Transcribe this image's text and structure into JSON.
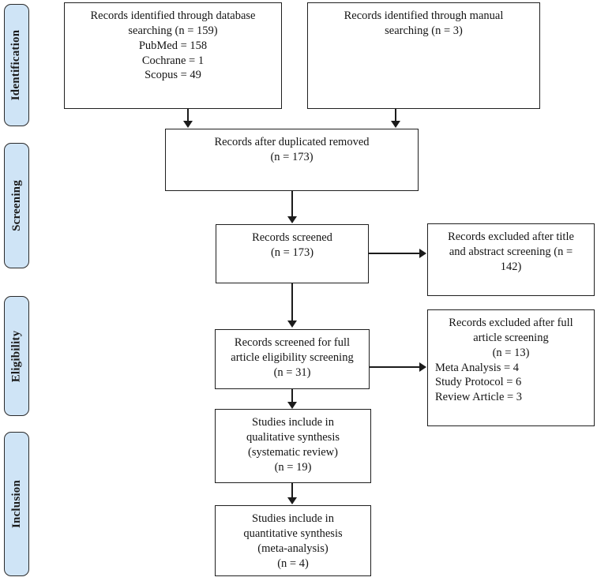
{
  "diagram": {
    "title": "PRISMA study selection flow diagram",
    "accent_color": "#cfe4f6",
    "border_color": "#1f1f1f",
    "background_color": "#ffffff"
  },
  "phases": [
    {
      "label": "Identification"
    },
    {
      "label": "Screening"
    },
    {
      "label": "Eligibility"
    },
    {
      "label": "Inclusion"
    }
  ],
  "boxes": {
    "database_search": {
      "lines": [
        "Records identified through database",
        "searching (n = 159)",
        "PubMed = 158",
        "Cochrane = 1",
        "Scopus = 49"
      ]
    },
    "manual_search": {
      "lines": [
        "Records identified through manual",
        "searching (n = 3)"
      ]
    },
    "after_duplicates": {
      "lines": [
        "Records after duplicated removed",
        "(n = 173)"
      ]
    },
    "records_screened": {
      "lines": [
        "Records screened",
        "(n = 173)"
      ]
    },
    "excluded_title_abstract": {
      "lines": [
        "Records excluded after title",
        "and abstract screening (n =",
        "142)"
      ]
    },
    "full_article_eligibility": {
      "lines": [
        "Records screened for full",
        "article eligibility screening",
        "(n = 31)"
      ]
    },
    "excluded_full_article": {
      "centered_lines": [
        "Records excluded after full",
        "article screening",
        "(n = 13)"
      ],
      "listed_lines": [
        "Meta Analysis = 4",
        "Study Protocol = 6",
        "Review Article = 3"
      ]
    },
    "qualitative_synthesis": {
      "lines": [
        "Studies include in",
        "qualitative synthesis",
        "(systematic review)",
        "(n = 19)"
      ]
    },
    "quantitative_synthesis": {
      "lines": [
        "Studies include in",
        "quantitative synthesis",
        "(meta-analysis)",
        "(n = 4)"
      ]
    }
  },
  "chart_data": {
    "type": "diagram",
    "title": "PRISMA flow diagram",
    "nodes": [
      {
        "id": "database_search",
        "phase": "Identification",
        "n": 159,
        "breakdown": {
          "PubMed": 158,
          "Cochrane": 1,
          "Scopus": 49
        }
      },
      {
        "id": "manual_search",
        "phase": "Identification",
        "n": 3
      },
      {
        "id": "after_duplicates",
        "phase": "Identification",
        "n": 173
      },
      {
        "id": "records_screened",
        "phase": "Screening",
        "n": 173
      },
      {
        "id": "excluded_title_abstract",
        "phase": "Screening",
        "n": 142
      },
      {
        "id": "full_article_eligibility",
        "phase": "Eligibility",
        "n": 31
      },
      {
        "id": "excluded_full_article",
        "phase": "Eligibility",
        "n": 13,
        "breakdown": {
          "Meta Analysis": 4,
          "Study Protocol": 6,
          "Review Article": 3
        }
      },
      {
        "id": "qualitative_synthesis",
        "phase": "Inclusion",
        "n": 19
      },
      {
        "id": "quantitative_synthesis",
        "phase": "Inclusion",
        "n": 4
      }
    ],
    "edges": [
      {
        "from": "database_search",
        "to": "after_duplicates"
      },
      {
        "from": "manual_search",
        "to": "after_duplicates"
      },
      {
        "from": "after_duplicates",
        "to": "records_screened"
      },
      {
        "from": "records_screened",
        "to": "excluded_title_abstract"
      },
      {
        "from": "records_screened",
        "to": "full_article_eligibility"
      },
      {
        "from": "full_article_eligibility",
        "to": "excluded_full_article"
      },
      {
        "from": "full_article_eligibility",
        "to": "qualitative_synthesis"
      },
      {
        "from": "qualitative_synthesis",
        "to": "quantitative_synthesis"
      }
    ]
  }
}
